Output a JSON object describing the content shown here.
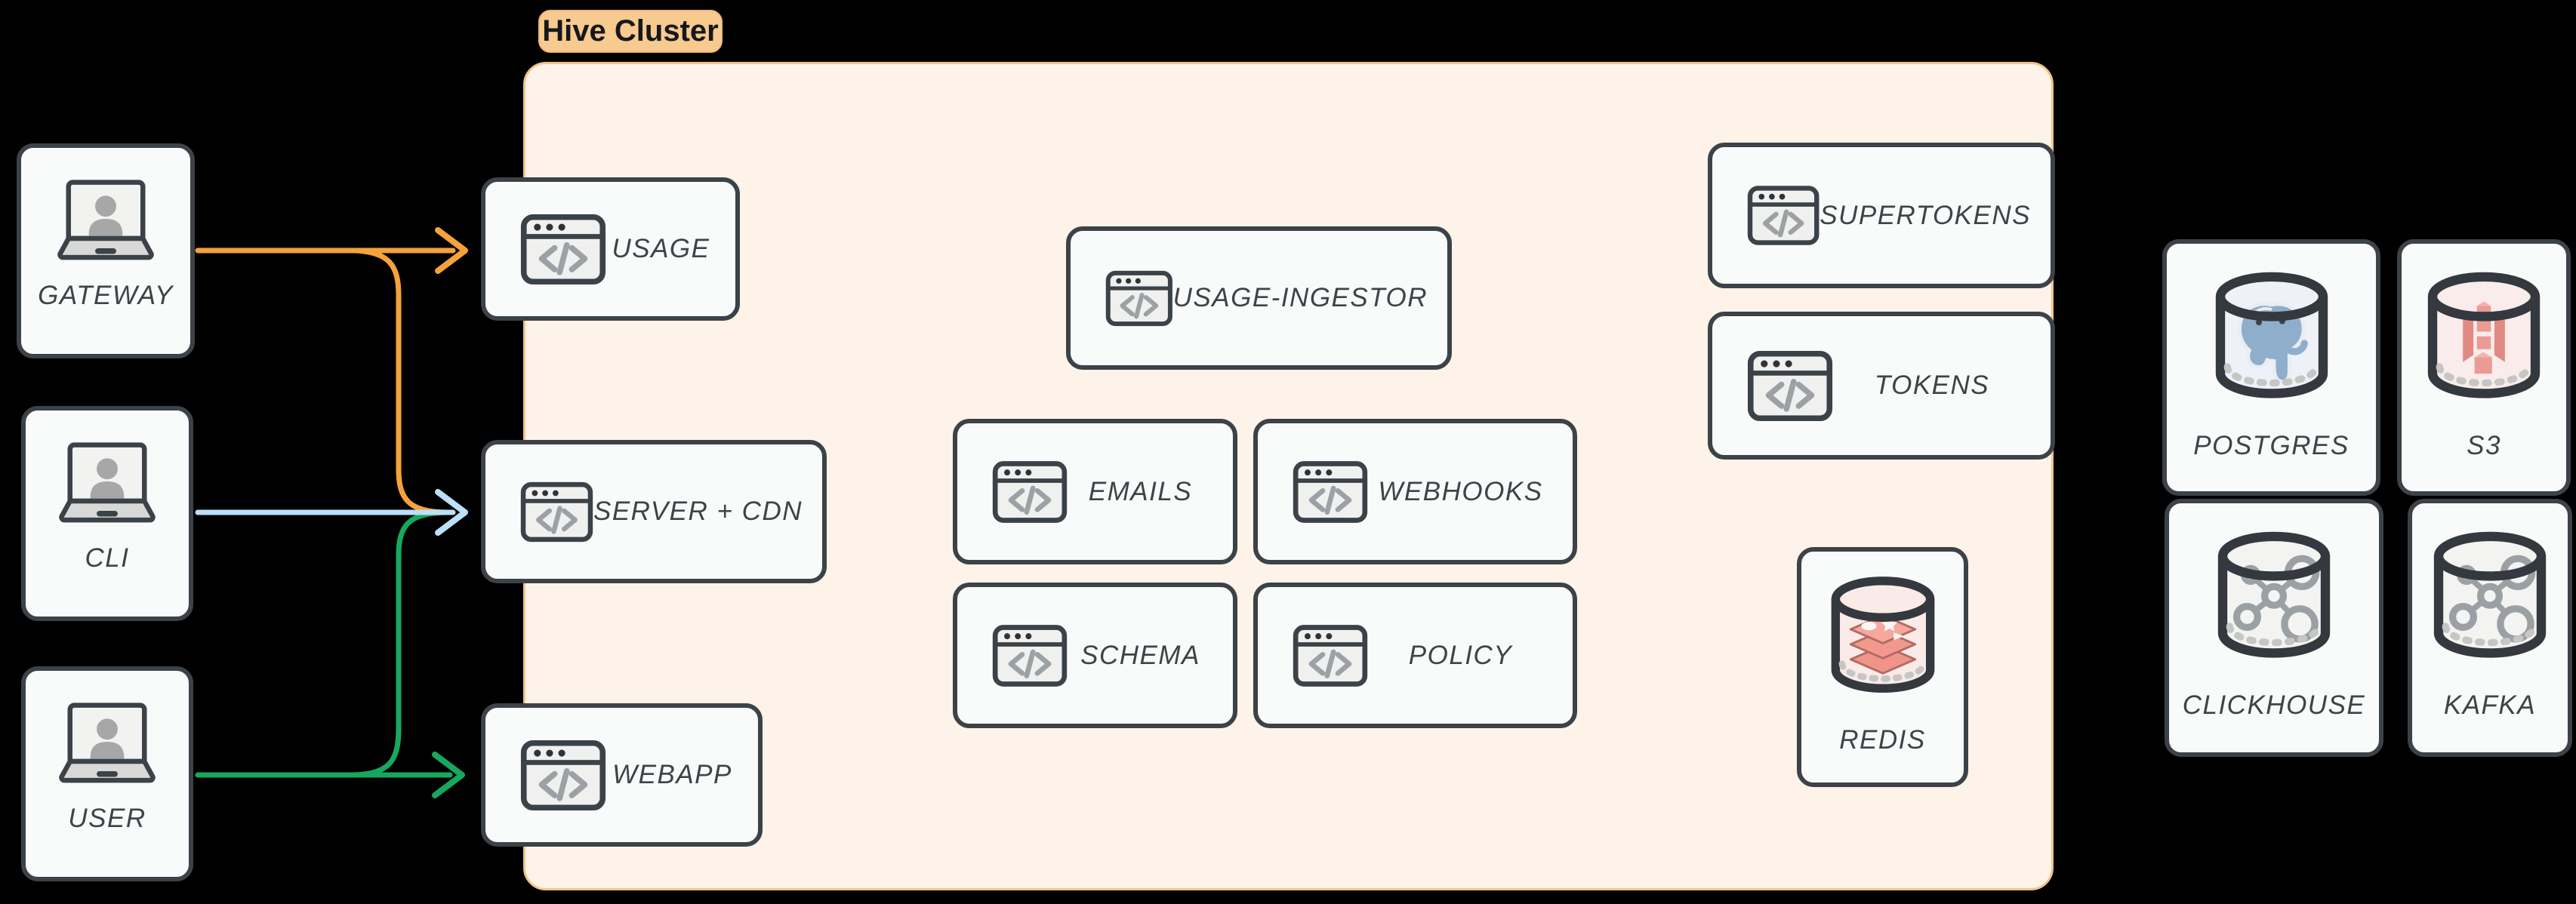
{
  "badge": {
    "label": "Hive Cluster"
  },
  "actors": [
    {
      "id": "gateway",
      "label": "GATEWAY"
    },
    {
      "id": "cli",
      "label": "CLI"
    },
    {
      "id": "user",
      "label": "USER"
    }
  ],
  "cluster": {
    "services": {
      "usage": {
        "label": "USAGE"
      },
      "server_cdn": {
        "label": "SERVER + CDN"
      },
      "webapp": {
        "label": "WEBAPP"
      },
      "usage_ingestor": {
        "label": "USAGE-INGESTOR"
      },
      "emails": {
        "label": "EMAILS"
      },
      "webhooks": {
        "label": "WEBHOOKS"
      },
      "schema": {
        "label": "SCHEMA"
      },
      "policy": {
        "label": "POLICY"
      },
      "supertokens": {
        "label": "SUPERTOKENS"
      },
      "tokens": {
        "label": "TOKENS"
      },
      "redis": {
        "label": "REDIS"
      }
    }
  },
  "datastores": [
    {
      "id": "postgres",
      "label": "POSTGRES"
    },
    {
      "id": "s3",
      "label": "S3"
    },
    {
      "id": "clickhouse",
      "label": "CLICKHOUSE"
    },
    {
      "id": "kafka",
      "label": "KAFKA"
    }
  ],
  "connections": [
    {
      "from": "GATEWAY",
      "to": "USAGE",
      "color": "#F6A23B"
    },
    {
      "from": "GATEWAY",
      "to": "SERVER + CDN",
      "color": "#F6A23B"
    },
    {
      "from": "CLI",
      "to": "SERVER + CDN",
      "color": "#BDDFF7"
    },
    {
      "from": "USER",
      "to": "SERVER + CDN",
      "color": "#17A85E"
    },
    {
      "from": "USER",
      "to": "WEBAPP",
      "color": "#17A85E"
    }
  ],
  "colors": {
    "ink": "#3B4248",
    "label": "#3E4347",
    "boxfill": "#F9FAFA",
    "cluster-fill": "#FDF3E8",
    "cluster-border": "#F2C38C",
    "badge-fill": "#F7CA90",
    "badge-border": "#EDBA7C",
    "orange": "#F6A23B",
    "blue": "#BDDFF7",
    "green": "#17A85E",
    "icon-gray": "#9CA1A5"
  }
}
